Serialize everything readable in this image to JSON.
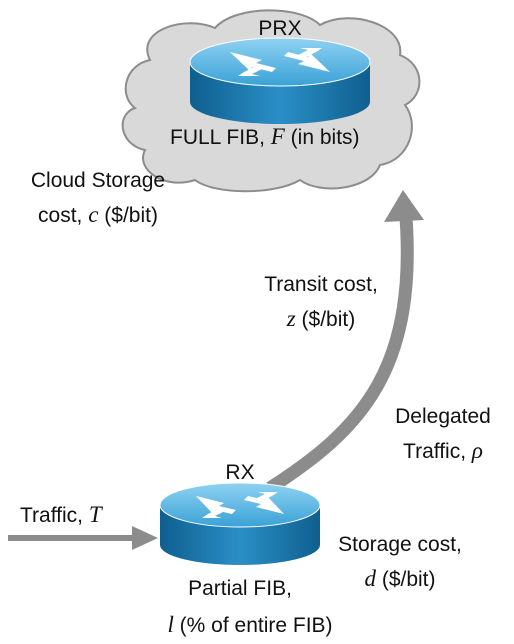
{
  "nodes": {
    "prx": {
      "name": "PRX",
      "fib_label": "FULL FIB,",
      "fib_var": "F",
      "fib_unit": "(in bits)"
    },
    "rx": {
      "name": "RX",
      "fib_label_1": "Partial FIB,",
      "fib_var": "l",
      "fib_unit": "(% of entire FIB)"
    }
  },
  "labels": {
    "cloud_storage_line1": "Cloud Storage",
    "cloud_storage_line2_prefix": "cost,",
    "cloud_storage_var": "c",
    "cloud_storage_unit": "($/bit)",
    "transit_line1": "Transit cost,",
    "transit_var": "z",
    "transit_unit": "($/bit)",
    "delegated_line1": "Delegated",
    "delegated_line2_prefix": "Traffic,",
    "delegated_var": "ρ",
    "traffic_prefix": "Traffic,",
    "traffic_var": "T",
    "storage_line1": "Storage cost,",
    "storage_var": "d",
    "storage_unit": "($/bit)"
  },
  "colors": {
    "cloud_fill": "#d9d9d9",
    "cloud_stroke": "#8c8c8c",
    "router_top": "#5ab4df",
    "router_side": "#1b7db3",
    "arrow": "#8c8c8c"
  },
  "icons": {
    "router": "router-icon",
    "cloud": "cloud-shape"
  }
}
